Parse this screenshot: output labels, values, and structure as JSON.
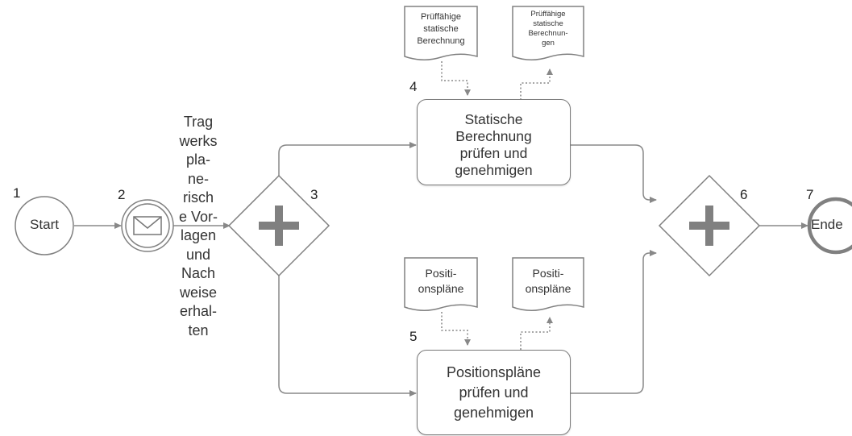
{
  "events": {
    "start": {
      "number": "1",
      "label": "Start"
    },
    "message": {
      "number": "2",
      "label_lines": [
        "Trag",
        "werks",
        "pla-",
        "ne-",
        "risch",
        "e Vor-",
        "lagen",
        "und",
        "Nach",
        "weise",
        "erhal-",
        "ten"
      ]
    },
    "end": {
      "number": "7",
      "label": "Ende"
    }
  },
  "gateways": {
    "split": {
      "number": "3"
    },
    "join": {
      "number": "6"
    }
  },
  "tasks": {
    "task4": {
      "number": "4",
      "label_lines": [
        "Statische",
        "Berechnung",
        "prüfen und",
        "genehmigen"
      ]
    },
    "task5": {
      "number": "5",
      "label_lines": [
        "Positionspläne",
        "prüfen und",
        "genehmigen"
      ]
    }
  },
  "documents": {
    "doc_in_4": {
      "label_lines": [
        "Prüffähige",
        "statische",
        "Berechnung"
      ]
    },
    "doc_out_4": {
      "label_lines": [
        "Prüffähige",
        "statische",
        "Berechnun-",
        "gen"
      ]
    },
    "doc_in_5": {
      "label_lines": [
        "Positi-",
        "onspläne"
      ]
    },
    "doc_out_5": {
      "label_lines": [
        "Positi-",
        "onspläne"
      ]
    }
  },
  "colors": {
    "stroke": "#7a7a7a",
    "text": "#333333",
    "fill": "#ffffff"
  }
}
